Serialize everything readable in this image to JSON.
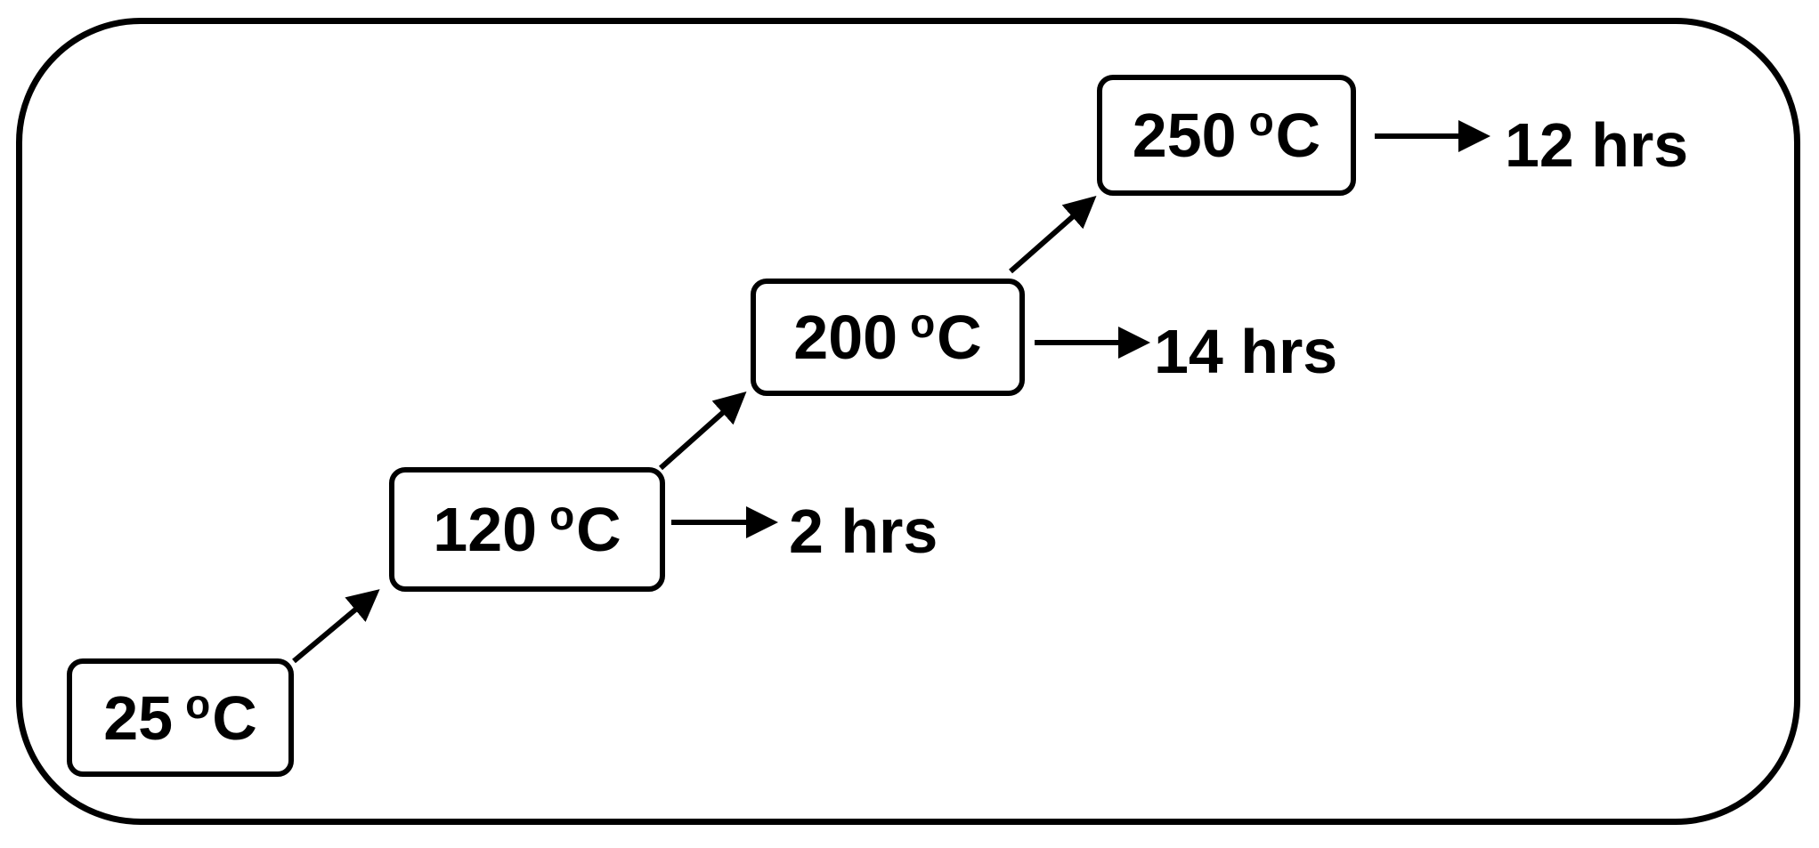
{
  "steps": [
    {
      "value": "25",
      "degree": "o",
      "unit": "C"
    },
    {
      "value": "120",
      "degree": "o",
      "unit": "C",
      "duration": "2 hrs"
    },
    {
      "value": "200",
      "degree": "o",
      "unit": "C",
      "duration": "14 hrs"
    },
    {
      "value": "250",
      "degree": "o",
      "unit": "C",
      "duration": "12 hrs"
    }
  ]
}
